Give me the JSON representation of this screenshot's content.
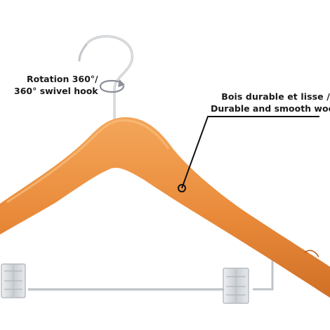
{
  "annotations": {
    "rotation": {
      "line1": "Rotation 360°/",
      "line2": "360° swivel hook"
    },
    "wood": {
      "line1": "Bois  durable et lisse /",
      "line2": "Durable and smooth wood"
    }
  },
  "colors": {
    "wood": "#e98a3a",
    "wood_light": "#f4a65a",
    "wood_dark": "#c96a22",
    "metal": "#c8ccd0",
    "clip": "#d9dde0",
    "callout": "#111111",
    "swivel_arrow": "#8a8f99"
  }
}
